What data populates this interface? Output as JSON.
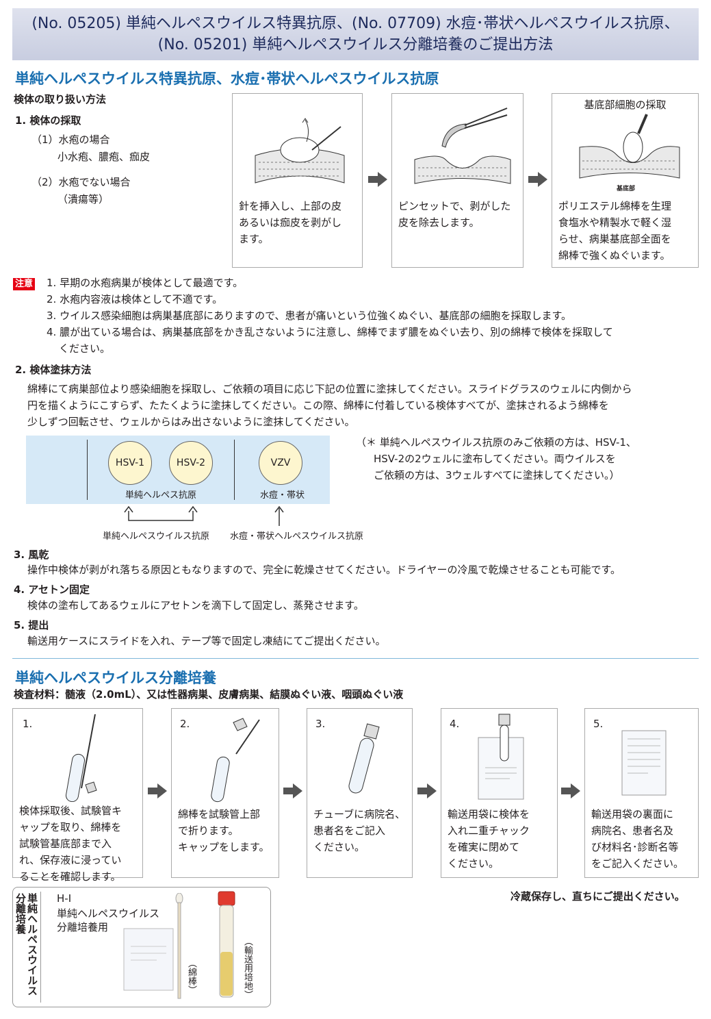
{
  "banner": {
    "line1": "(No. 05205) 単純ヘルペスウイルス特異抗原、(No. 07709) 水痘･帯状ヘルペスウイルス抗原、",
    "line2": "(No. 05201) 単純ヘルペスウイルス分離培養のご提出方法"
  },
  "sec1": {
    "title": "単純ヘルペスウイルス特異抗原、水痘･帯状ヘルペスウイルス抗原",
    "handling": "検体の取り扱い方法",
    "step1": "1. 検体の採取",
    "c1a": "（1）水疱の場合",
    "c1b": "小水疱、膿疱、痂皮",
    "c2a": "（2）水疱でない場合",
    "c2b": "（潰瘍等）",
    "panel1": [
      "針を挿入し、上部の皮",
      "あるいは痂皮を剥がし",
      "ます。"
    ],
    "panel2": [
      "ピンセットで、剥がした",
      "皮を除去します。"
    ],
    "panel3_title": "基底部細胞の採取",
    "panel3_label": "基底部",
    "panel3": [
      "ポリエステル綿棒を生理",
      "食塩水や精製水で軽く湿",
      "らせ、病巣基底部全面を",
      "綿棒で強くぬぐいます。"
    ],
    "note_chip": "注意",
    "notes": [
      "1. 早期の水疱病巣が検体として最適です。",
      "2. 水疱内容液は検体として不適です。",
      "3. ウイルス感染細胞は病巣基底部にありますので、患者が痛いという位強くぬぐい、基底部の細胞を採取します。",
      "4. 膿が出ている場合は、病巣基底部をかき乱さないように注意し、綿棒でまず膿をぬぐい去り、別の綿棒で検体を採取して",
      "ください。"
    ],
    "step2": "2. 検体塗抹方法",
    "step2_text": [
      "綿棒にて病巣部位より感染細胞を採取し、ご依頼の項目に応じ下記の位置に塗抹してください。スライドグラスのウェルに内側から",
      "円を描くようにこすらず、たたくように塗抹してください。この際、綿棒に付着している検体すべてが、塗抹されるよう綿棒を",
      "少しずつ回転させ、ウェルからはみ出さないように塗抹してください。"
    ],
    "wells": {
      "w1": "HSV-1",
      "w2": "HSV-2",
      "w3": "VZV",
      "lbl1": "単純ヘルペス抗原",
      "lbl2": "水痘・帯状",
      "under1": "単純ヘルペスウイルス抗原",
      "under2": "水痘・帯状ヘルペスウイルス抗原"
    },
    "aside": [
      "（＊ 単純ヘルペスウイルス抗原のみご依頼の方は、HSV-1、",
      "HSV-2の2ウェルに塗布してください。両ウイルスを",
      "ご依頼の方は、3ウェルすべてに塗抹してください。）"
    ],
    "step3": "3. 風乾",
    "step3_text": "操作中検体が剥がれ落ちる原因ともなりますので、完全に乾燥させてください。ドライヤーの冷風で乾燥させることも可能です。",
    "step4": "4. アセトン固定",
    "step4_text": "検体の塗布してあるウェルにアセトンを滴下して固定し、蒸発させます。",
    "step5": "5. 提出",
    "step5_text": "輸送用ケースにスライドを入れ、テープ等で固定し凍結にてご提出ください。"
  },
  "sec2": {
    "title": "単純ヘルペスウイルス分離培養",
    "materials": "検査材料：髄液（2.0mL）、又は性器病巣、皮膚病巣、結膜ぬぐい液、咽頭ぬぐい液",
    "steps": [
      {
        "num": "1.",
        "lines": [
          "検体採取後、試験管キ",
          "ャップを取り、綿棒を",
          "試験管基底部まで入",
          "れ、保存液に浸ってい",
          "ることを確認します。"
        ]
      },
      {
        "num": "2.",
        "lines": [
          "綿棒を試験管上部",
          "で折ります。",
          "キャップをします。"
        ]
      },
      {
        "num": "3.",
        "lines": [
          "チューブに病院名、",
          "患者名をご記入",
          "ください。"
        ]
      },
      {
        "num": "4.",
        "lines": [
          "輸送用袋に検体を",
          "入れ二重チャック",
          "を確実に閉めて",
          "ください。"
        ]
      },
      {
        "num": "5.",
        "lines": [
          "輸送用袋の裏面に",
          "病院名、患者名及",
          "び材料名･診断名等",
          "をご記入ください。"
        ]
      }
    ],
    "kit_side": "単純ヘルペスウイルス分離培養",
    "kit_code": "H-I",
    "kit_name1": "単純ヘルペスウイルス",
    "kit_name2": "分離培養用",
    "kit_swab": "（綿棒）",
    "kit_medium": "（輸送用培地）",
    "storage": "冷蔵保存し、直ちにご提出ください。"
  }
}
